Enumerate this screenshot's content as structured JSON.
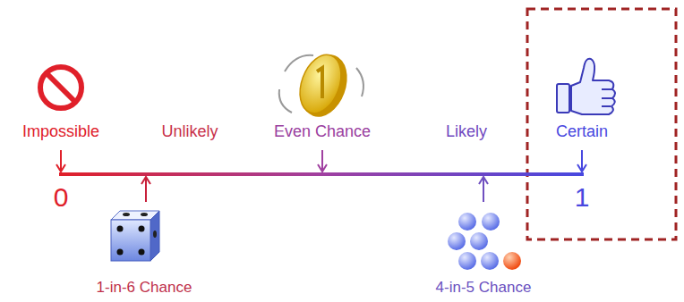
{
  "diagram": {
    "labels": [
      "Impossible",
      "Unlikely",
      "Even Chance",
      "Likely",
      "Certain",
      "0",
      "1",
      "1-in-6 Chance",
      "4-in-5 Chance"
    ]
  }
}
